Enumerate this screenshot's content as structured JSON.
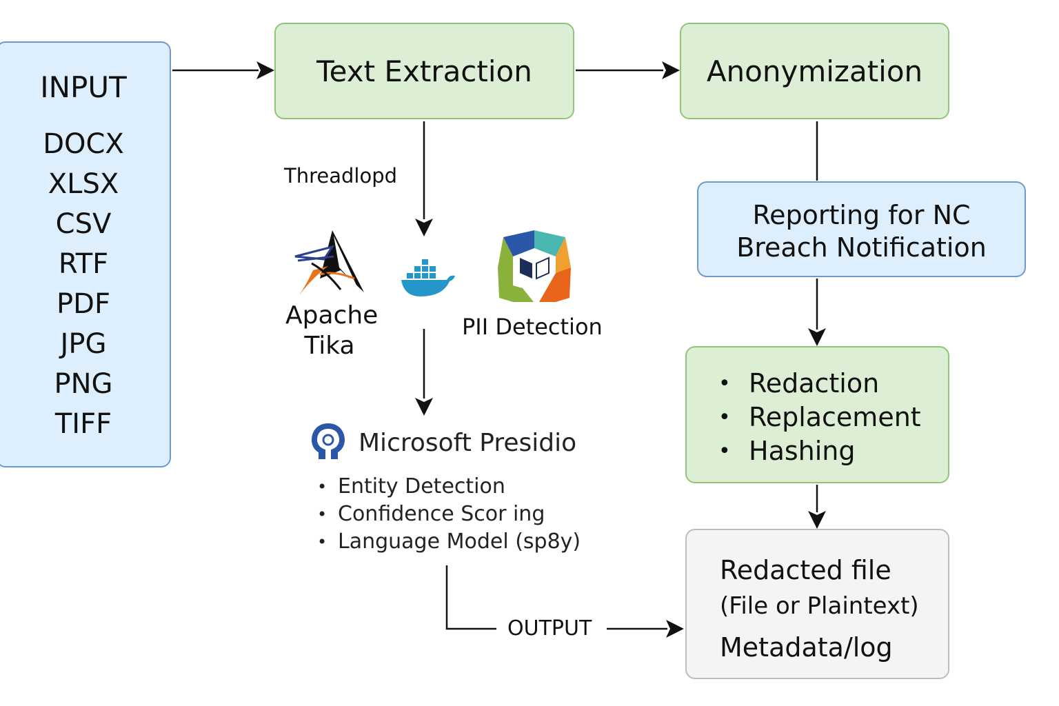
{
  "input": {
    "title": "INPUT",
    "formats": [
      "DOCX",
      "XLSX",
      "CSV",
      "RTF",
      "PDF",
      "JPG",
      "PNG",
      "TIFF"
    ]
  },
  "extraction": {
    "title": "Text Extraction",
    "thread_label": "Threadlopd",
    "tika_line1": "Apache",
    "tika_line2": "Tika",
    "pii_label": "PII Detection"
  },
  "presidio": {
    "title": "Microsoft Presidio",
    "features": [
      "Entity Detection",
      "Confidence Scor ing",
      "Language Model (sp8y)"
    ],
    "output_label": "OUTPUT"
  },
  "anonymization": {
    "title": "Anonymization",
    "reporting_line1": "Reporting for NC",
    "reporting_line2": "Breach Notification",
    "methods": [
      "Redaction",
      "Replacement",
      "Hashing"
    ]
  },
  "output": {
    "line1": "Redacted file",
    "line2": "(File or Plaintext)",
    "line3": "Metadata/log"
  },
  "colors": {
    "green_fill": "#dcefd4",
    "green_border": "#8fc47a",
    "blue_fill": "#ddeefc",
    "blue_border": "#6f99c8",
    "gray_fill": "#f4f4f4",
    "gray_border": "#bdbdbd"
  },
  "icons": [
    "apache-tika-logo",
    "docker-whale-icon",
    "pii-hexagon-cube-icon",
    "presidio-logo-icon"
  ]
}
